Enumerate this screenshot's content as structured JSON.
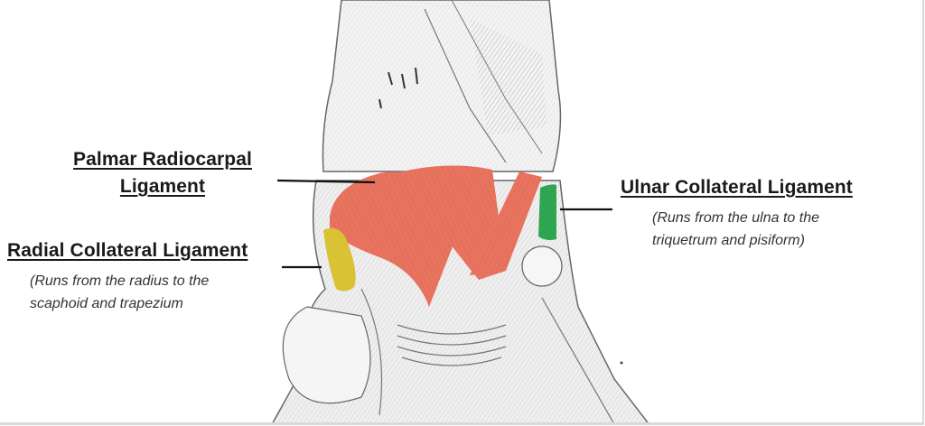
{
  "diagram": {
    "subject": "Wrist ligaments (palmar view)",
    "colors": {
      "palmar_radiocarpal": "#e8735e",
      "radial_collateral": "#d9c234",
      "ulnar_collateral": "#2fa552",
      "leader_line": "#111111",
      "bone_fill": "#f2f2f2",
      "bone_stroke": "#555555"
    },
    "labels": {
      "palmar_radiocarpal": {
        "title_line1": "Palmar Radiocarpal",
        "title_line2": "Ligament"
      },
      "radial_collateral": {
        "title": "Radial Collateral Ligament",
        "desc_line1": "(Runs from the radius to the",
        "desc_line2": "scaphoid and trapezium"
      },
      "ulnar_collateral": {
        "title": "Ulnar Collateral Ligament",
        "desc_line1": "(Runs from the ulna to the",
        "desc_line2": "triquetrum and pisiform)"
      }
    }
  }
}
